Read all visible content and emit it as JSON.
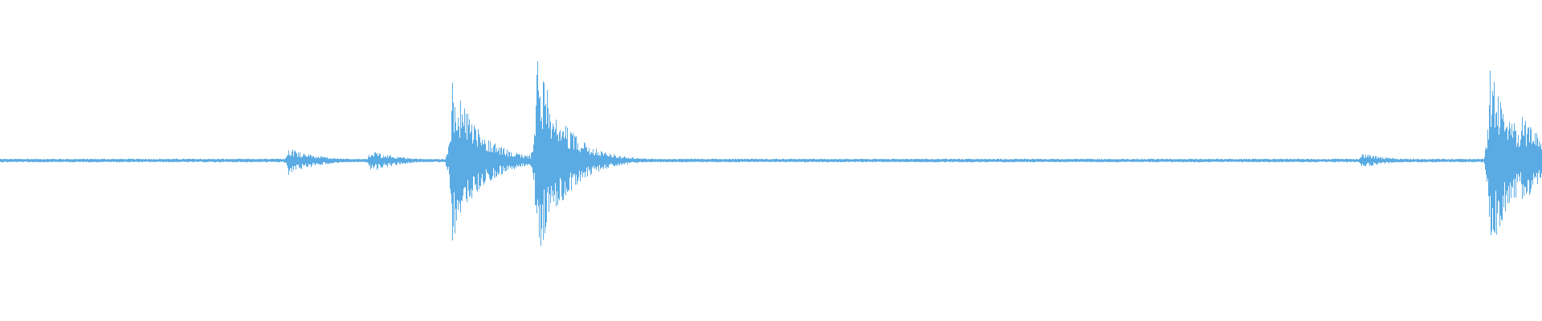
{
  "waveform": {
    "color": "#5aabe3",
    "background": "#ffffff",
    "peaks": [
      {
        "t": 0.187,
        "up": 0.09,
        "down": 0.1
      },
      {
        "t": 0.24,
        "up": 0.07,
        "down": 0.08
      },
      {
        "t": 0.293,
        "up": 0.54,
        "down": 0.55
      },
      {
        "t": 0.348,
        "up": 0.67,
        "down": 0.68
      },
      {
        "t": 0.883,
        "up": 0.05,
        "down": 0.05
      },
      {
        "t": 0.966,
        "up": 0.6,
        "down": 0.62
      },
      {
        "t": 0.987,
        "up": 0.3,
        "down": 0.3
      }
    ]
  }
}
